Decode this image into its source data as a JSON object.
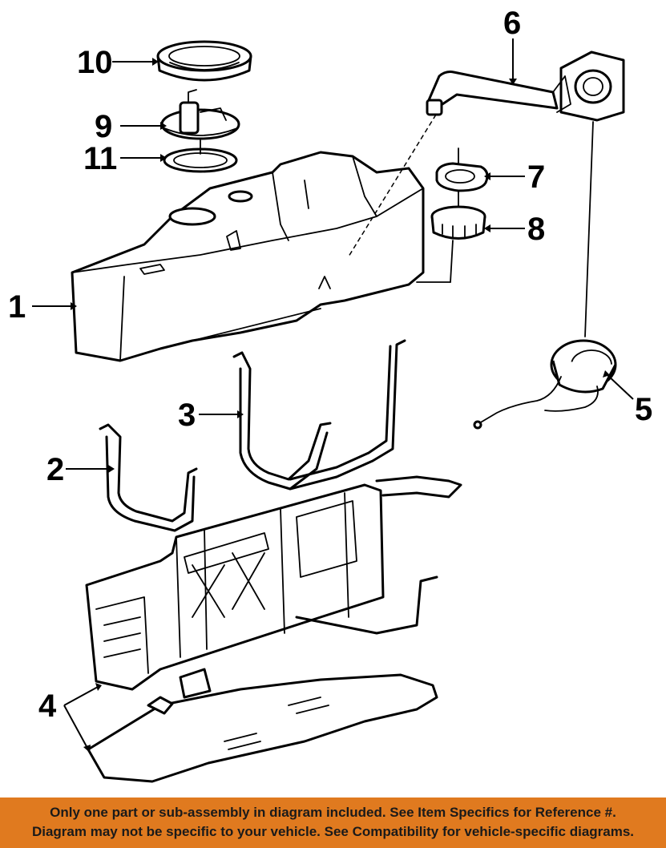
{
  "callouts": [
    "1",
    "2",
    "3",
    "4",
    "5",
    "6",
    "7",
    "8",
    "9",
    "10",
    "11"
  ],
  "banner": {
    "line1": "Only one part or sub-assembly in diagram included. See Item Specifics for Reference #.",
    "line2": "Diagram may not be specific to your vehicle. See Compatibility for vehicle-specific diagrams."
  },
  "colors": {
    "banner_background": "#e07a1f",
    "banner_text": "#1a1a1a",
    "line_art": "#000000",
    "background": "#ffffff"
  }
}
